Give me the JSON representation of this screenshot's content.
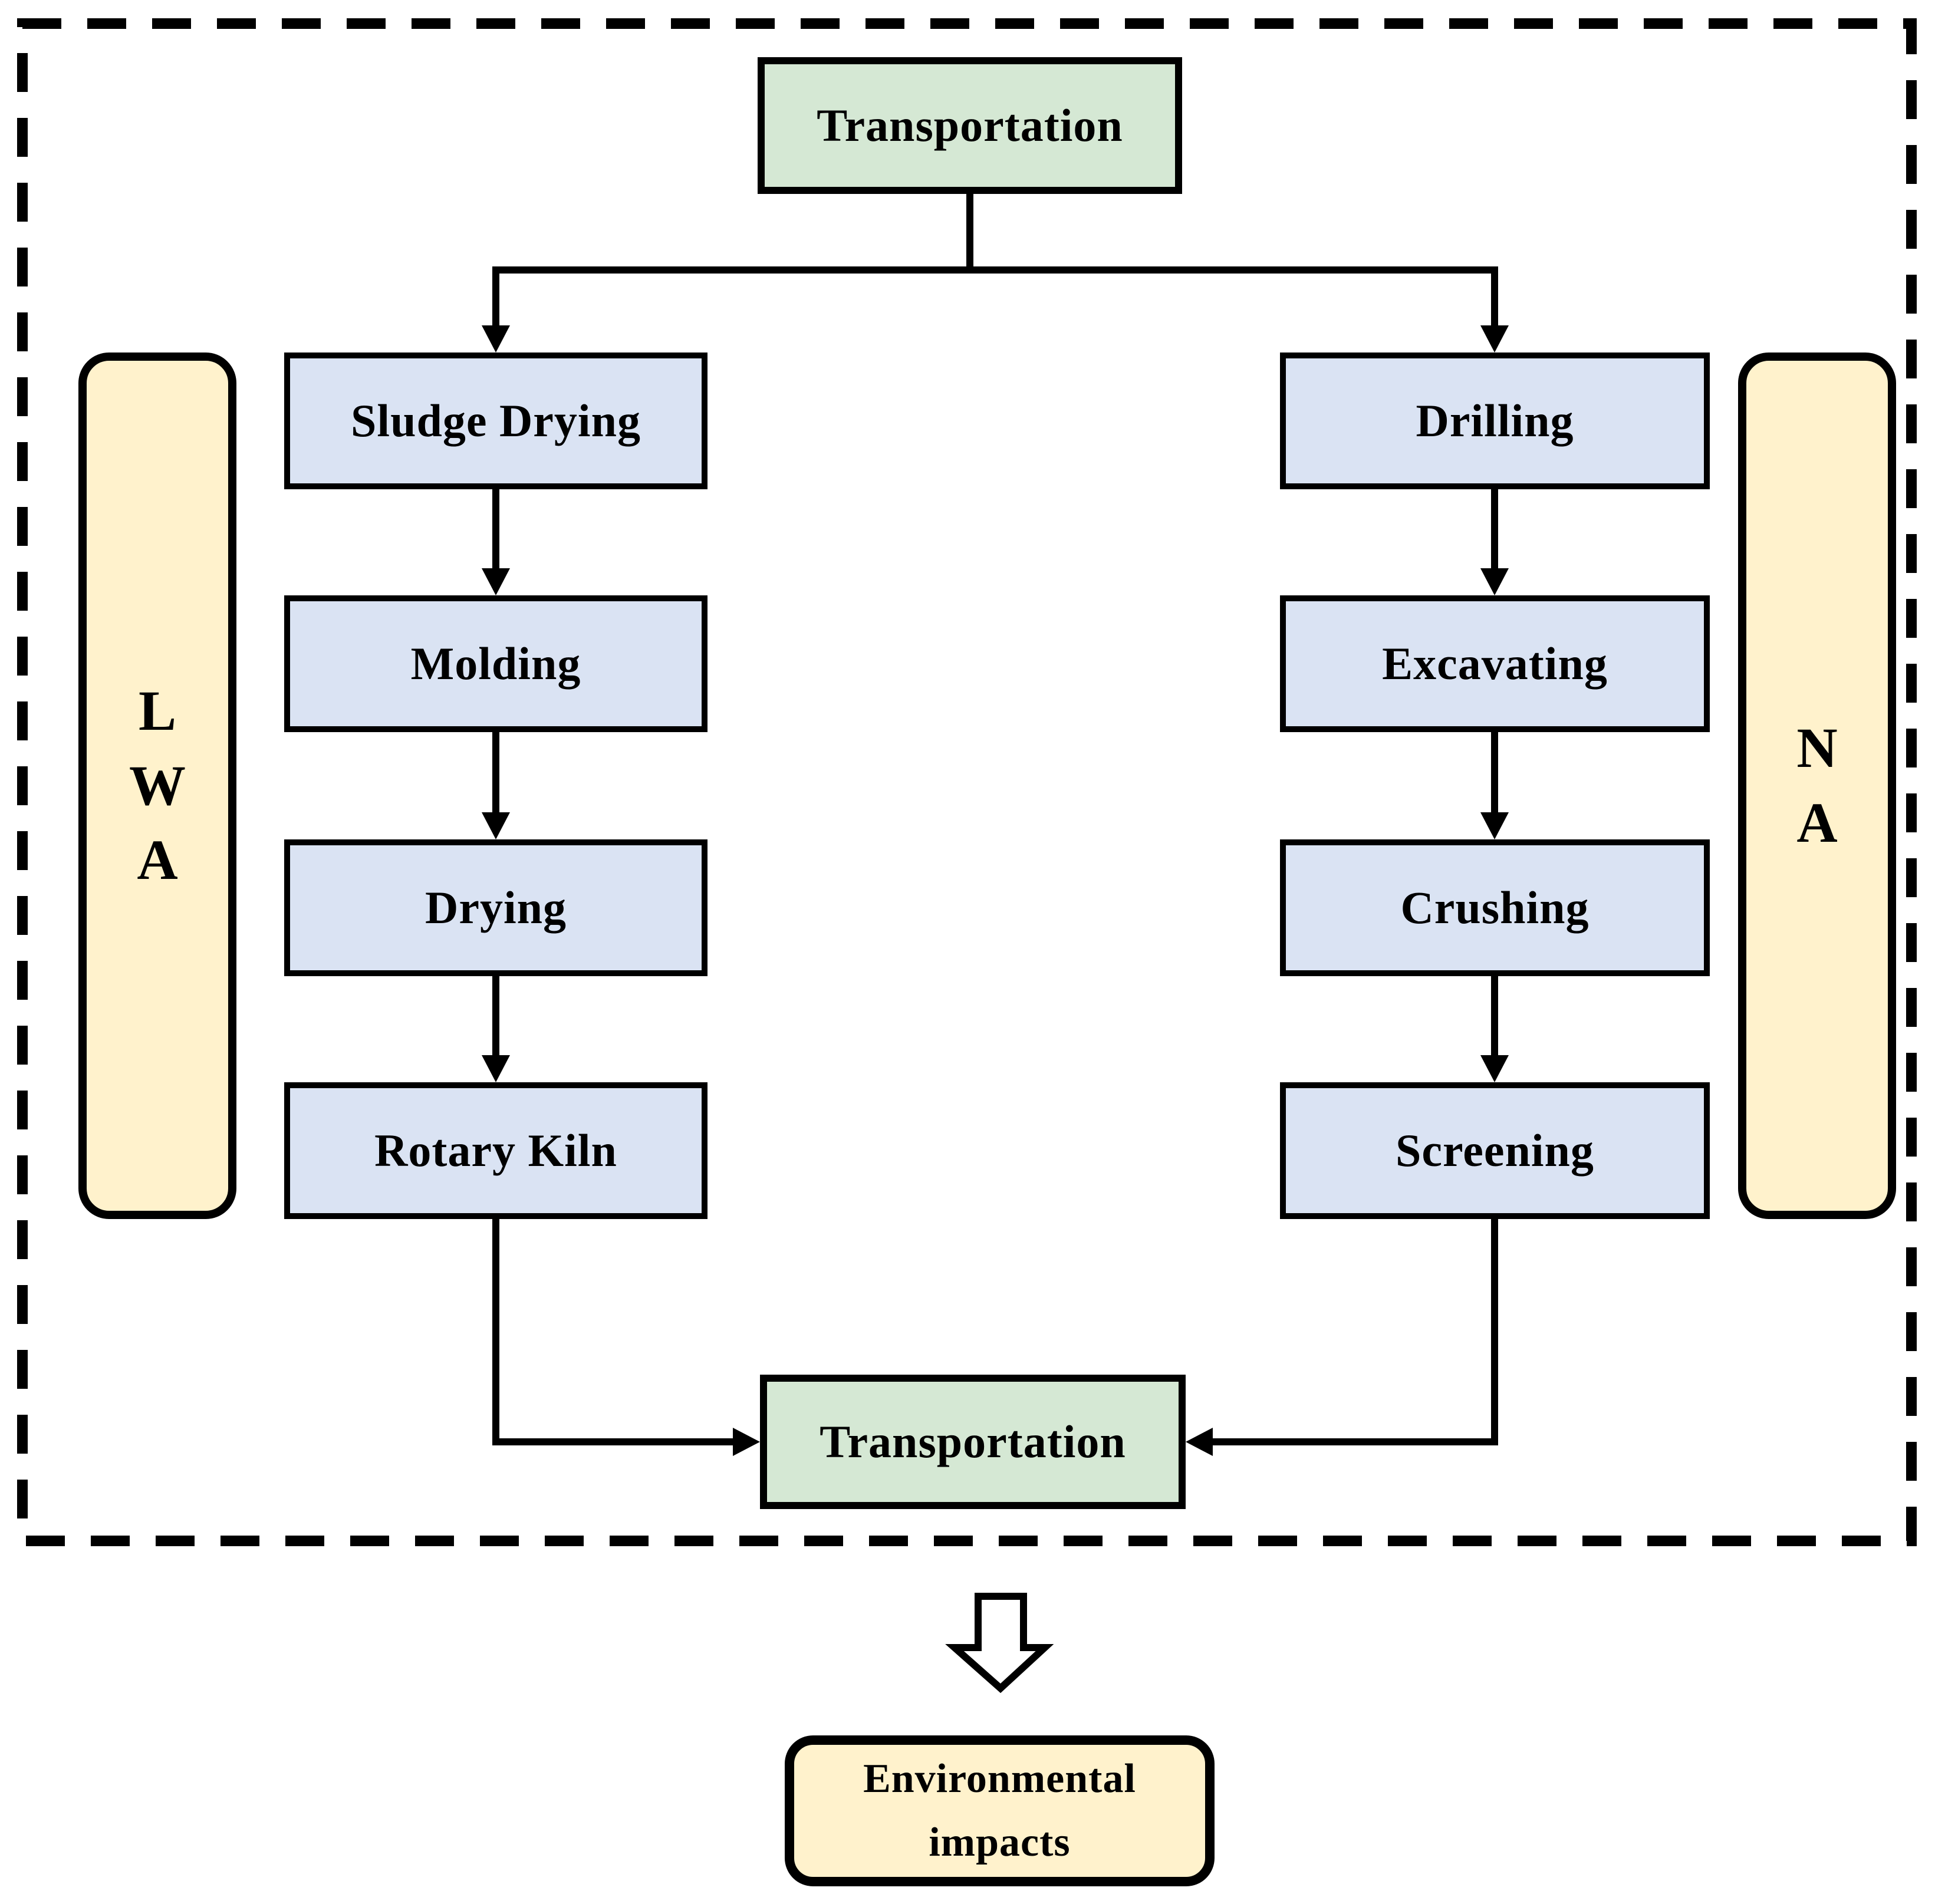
{
  "colors": {
    "page-bg": "#ffffff",
    "process-fill": "#dae3f3",
    "transport-fill": "#d5e8d4",
    "group-fill": "#fff2cc",
    "stroke": "#000000"
  },
  "top_transport": {
    "label": "Transportation"
  },
  "bottom_transport": {
    "label": "Transportation"
  },
  "lwa_process": {
    "steps": [
      "Sludge Drying",
      "Molding",
      "Drying",
      "Rotary Kiln"
    ]
  },
  "na_process": {
    "steps": [
      "Drilling",
      "Excavating",
      "Crushing",
      "Screening"
    ]
  },
  "lwa_label": {
    "letters": [
      "L",
      "W",
      "A"
    ]
  },
  "na_label": {
    "letters": [
      "N",
      "A"
    ]
  },
  "result": {
    "line1": "Environmental",
    "line2": "impacts"
  }
}
